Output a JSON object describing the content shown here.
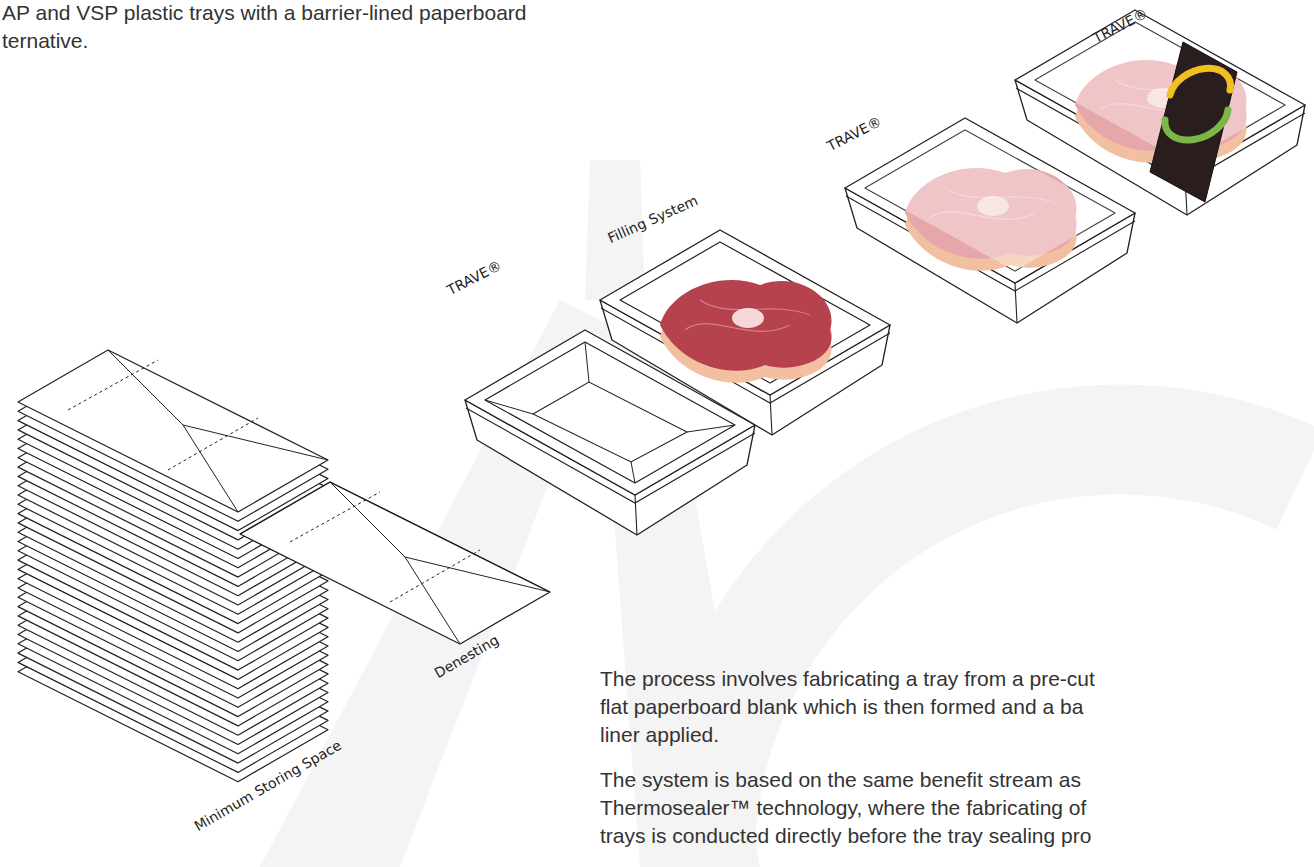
{
  "diagram": {
    "labels": [
      "AP and VSP plastic trays with a barrier-lined paperboard",
      "ternative.",
      "TRAVE®",
      "TRAVE®",
      "Filling System",
      "TRAVE®",
      "Denesting",
      "Minimum Storing Space",
      "The process involves fabricating a tray from a pre-cut",
      "flat paperboard blank which is then formed and a ba",
      "liner applied.",
      "The system is based on the same benefit stream as",
      "Thermosealer™ technology, where the fabricating of",
      "trays is conducted directly before the tray sealing pro"
    ]
  }
}
